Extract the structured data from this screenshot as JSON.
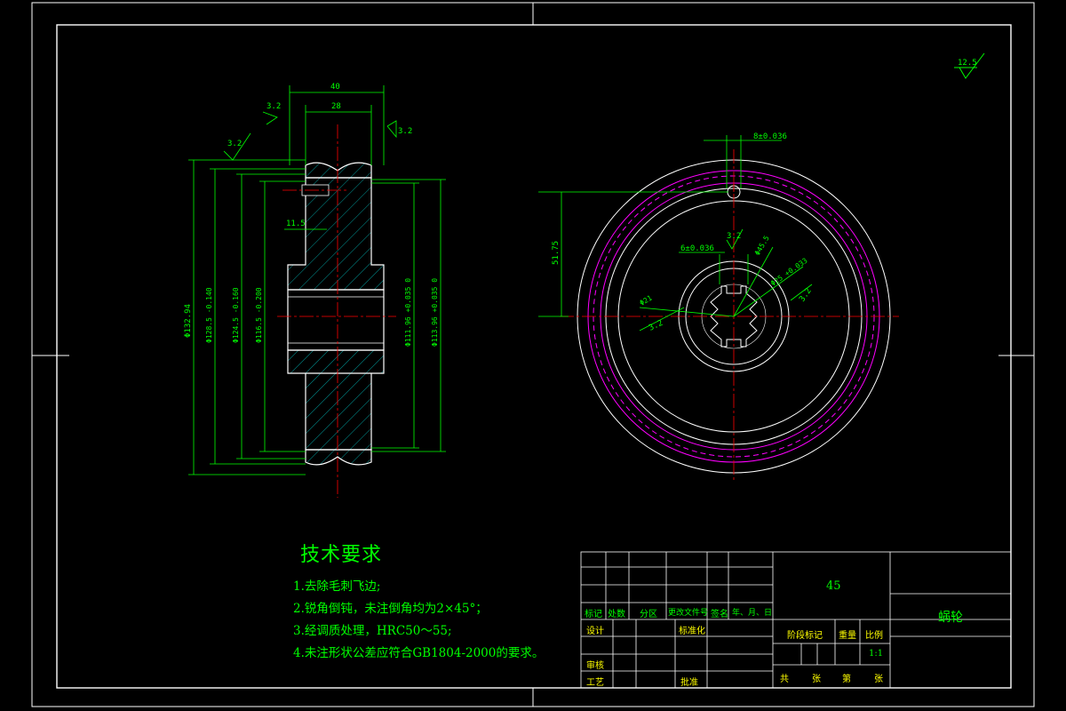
{
  "colors": {
    "background": "#000000",
    "frame": "#ffffff",
    "dimension": "#00ff00",
    "centerline": "#ff0000",
    "pitch_circle": "#ff00ff",
    "hatch": "#00ffff",
    "annotation": "#ffff00"
  },
  "roughness_top_right": "12.5",
  "side_view": {
    "width_total": "40",
    "width_inner": "28",
    "roughness_left": "3.2",
    "roughness_right": "3.2",
    "roughness_top": "3.2",
    "keyway_depth": "11.5",
    "dim_outer": "Φ132.94",
    "dim_throat": "Φ128.5 -0.140",
    "dim_root": "Φ124.5 -0.160",
    "dim_hub": "Φ116.5 -0.200",
    "dim_bore_1": "Φ111.96 +0.035 0",
    "dim_bore_2": "Φ113.96 +0.035 0"
  },
  "front_view": {
    "pin_tol": "8±0.036",
    "key_tol": "6±0.036",
    "offset": "51.75",
    "roughness_1": "3.2",
    "roughness_2": "3.2",
    "roughness_3": "3.2",
    "dia_spline": "Φ45.5",
    "dia_inner": "Φ21",
    "dia_outer_spline": "Φ25 +0.033"
  },
  "tech_requirements": {
    "title": "技术要求",
    "items": [
      "1.去除毛刺飞边;",
      "2.锐角倒钝，未注倒角均为2×45°；",
      "3.经调质处理，HRC50～55;",
      "4.未注形状公差应符合GB1804-2000的要求。"
    ]
  },
  "title_block": {
    "material": "45",
    "part_name": "蜗轮",
    "header_row": [
      "标记",
      "处数",
      "分区",
      "更改文件号",
      "签名",
      "年、月、日"
    ],
    "design": "设计",
    "standardize": "标准化",
    "review": "审核",
    "process": "工艺",
    "approve": "批准",
    "stage_mark": "阶段标记",
    "weight": "重量",
    "scale_label": "比例",
    "scale_value": "1:1",
    "sheet_total": "共",
    "sheet_label": "张",
    "sheet_no": "第"
  }
}
